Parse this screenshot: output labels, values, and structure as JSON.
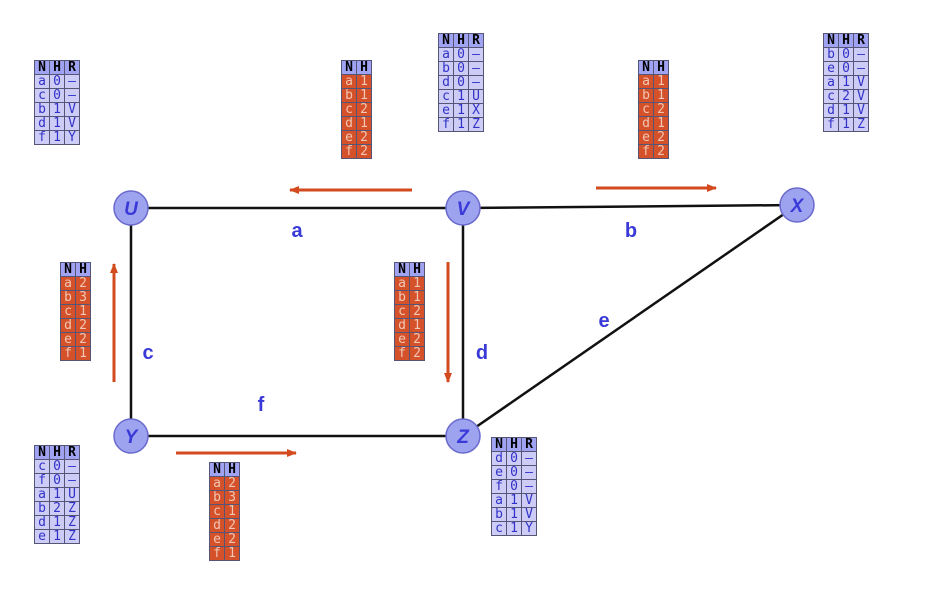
{
  "colors": {
    "node_fill": "#9ea3f0",
    "node_text": "#3a3ad8",
    "link": "#111111",
    "arrow": "#d34a1f",
    "label": "#3a3ad8"
  },
  "nodes": [
    {
      "id": "U",
      "label": "U"
    },
    {
      "id": "V",
      "label": "V"
    },
    {
      "id": "X",
      "label": "X"
    },
    {
      "id": "Y",
      "label": "Y"
    },
    {
      "id": "Z",
      "label": "Z"
    }
  ],
  "links": [
    {
      "id": "a",
      "label": "a",
      "from": "U",
      "to": "V"
    },
    {
      "id": "b",
      "label": "b",
      "from": "V",
      "to": "X"
    },
    {
      "id": "c",
      "label": "c",
      "from": "U",
      "to": "Y"
    },
    {
      "id": "d",
      "label": "d",
      "from": "V",
      "to": "Z"
    },
    {
      "id": "e",
      "label": "e",
      "from": "X",
      "to": "Z"
    },
    {
      "id": "f",
      "label": "f",
      "from": "Y",
      "to": "Z"
    }
  ],
  "routing_tables": [
    {
      "node": "U",
      "headers": [
        "N",
        "H",
        "R"
      ],
      "rows": [
        [
          "a",
          "0",
          "–"
        ],
        [
          "c",
          "0",
          "–"
        ],
        [
          "b",
          "1",
          "V"
        ],
        [
          "d",
          "1",
          "V"
        ],
        [
          "f",
          "1",
          "Y"
        ]
      ]
    },
    {
      "node": "V",
      "headers": [
        "N",
        "H",
        "R"
      ],
      "rows": [
        [
          "a",
          "0",
          "–"
        ],
        [
          "b",
          "0",
          "–"
        ],
        [
          "d",
          "0",
          "–"
        ],
        [
          "c",
          "1",
          "U"
        ],
        [
          "e",
          "1",
          "X"
        ],
        [
          "f",
          "1",
          "Z"
        ]
      ]
    },
    {
      "node": "X",
      "headers": [
        "N",
        "H",
        "R"
      ],
      "rows": [
        [
          "b",
          "0",
          "–"
        ],
        [
          "e",
          "0",
          "–"
        ],
        [
          "a",
          "1",
          "V"
        ],
        [
          "c",
          "2",
          "V"
        ],
        [
          "d",
          "1",
          "V"
        ],
        [
          "f",
          "1",
          "Z"
        ]
      ]
    },
    {
      "node": "Y",
      "headers": [
        "N",
        "H",
        "R"
      ],
      "rows": [
        [
          "c",
          "0",
          "–"
        ],
        [
          "f",
          "0",
          "–"
        ],
        [
          "a",
          "1",
          "U"
        ],
        [
          "b",
          "2",
          "Z"
        ],
        [
          "d",
          "1",
          "Z"
        ],
        [
          "e",
          "1",
          "Z"
        ]
      ]
    },
    {
      "node": "Z",
      "headers": [
        "N",
        "H",
        "R"
      ],
      "rows": [
        [
          "d",
          "0",
          "–"
        ],
        [
          "e",
          "0",
          "–"
        ],
        [
          "f",
          "0",
          "–"
        ],
        [
          "a",
          "1",
          "V"
        ],
        [
          "b",
          "1",
          "V"
        ],
        [
          "c",
          "1",
          "Y"
        ]
      ]
    }
  ],
  "vector_messages": [
    {
      "id": "v-to-u",
      "headers": [
        "N",
        "H"
      ],
      "rows": [
        [
          "a",
          "1"
        ],
        [
          "b",
          "1"
        ],
        [
          "c",
          "2"
        ],
        [
          "d",
          "1"
        ],
        [
          "e",
          "2"
        ],
        [
          "f",
          "2"
        ]
      ]
    },
    {
      "id": "v-to-x",
      "headers": [
        "N",
        "H"
      ],
      "rows": [
        [
          "a",
          "1"
        ],
        [
          "b",
          "1"
        ],
        [
          "c",
          "2"
        ],
        [
          "d",
          "1"
        ],
        [
          "e",
          "2"
        ],
        [
          "f",
          "2"
        ]
      ]
    },
    {
      "id": "y-to-u",
      "headers": [
        "N",
        "H"
      ],
      "rows": [
        [
          "a",
          "2"
        ],
        [
          "b",
          "3"
        ],
        [
          "c",
          "1"
        ],
        [
          "d",
          "2"
        ],
        [
          "e",
          "2"
        ],
        [
          "f",
          "1"
        ]
      ]
    },
    {
      "id": "v-to-z",
      "headers": [
        "N",
        "H"
      ],
      "rows": [
        [
          "a",
          "1"
        ],
        [
          "b",
          "1"
        ],
        [
          "c",
          "2"
        ],
        [
          "d",
          "1"
        ],
        [
          "e",
          "2"
        ],
        [
          "f",
          "2"
        ]
      ]
    },
    {
      "id": "y-to-z",
      "headers": [
        "N",
        "H"
      ],
      "rows": [
        [
          "a",
          "2"
        ],
        [
          "b",
          "3"
        ],
        [
          "c",
          "1"
        ],
        [
          "d",
          "2"
        ],
        [
          "e",
          "2"
        ],
        [
          "f",
          "1"
        ]
      ]
    }
  ]
}
